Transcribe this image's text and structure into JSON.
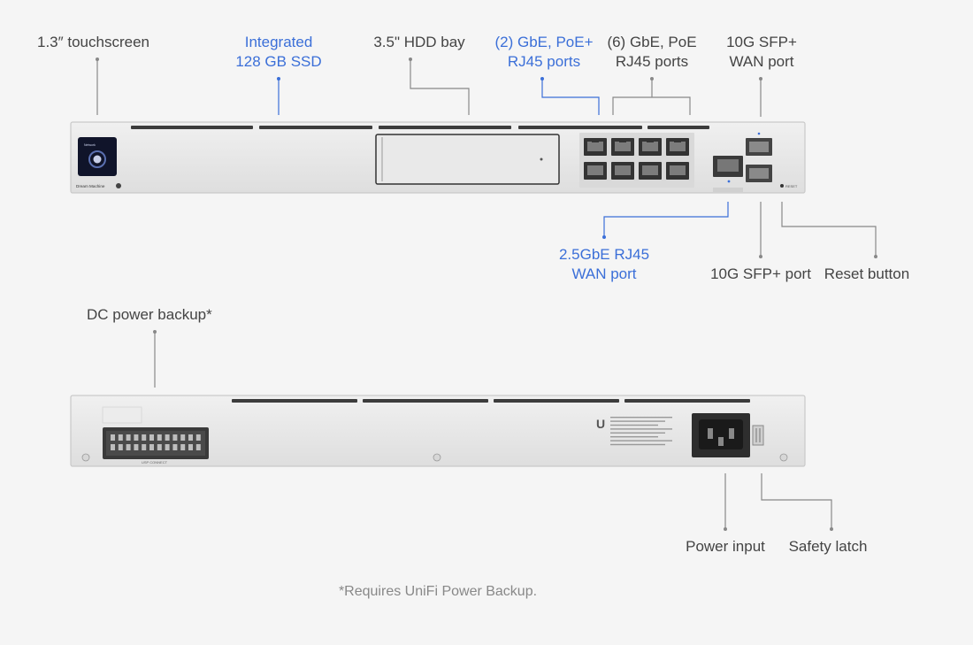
{
  "front_labels": {
    "touchscreen": "1.3″ touchscreen",
    "ssd": [
      "Integrated",
      "128 GB SSD"
    ],
    "hdd": "3.5\" HDD bay",
    "gbe_poe_plus": [
      "(2) GbE, PoE+",
      "RJ45 ports"
    ],
    "gbe_poe": [
      "(6) GbE, PoE",
      "RJ45 ports"
    ],
    "sfp_wan": [
      "10G SFP+",
      "WAN port"
    ],
    "wan_25": [
      "2.5GbE RJ45",
      "WAN port"
    ],
    "sfp_port": "10G SFP+ port",
    "reset": "Reset button"
  },
  "back_labels": {
    "dc_power": "DC power backup*",
    "power_input": "Power input",
    "safety_latch": "Safety latch"
  },
  "device": {
    "screen_text": "Network",
    "model_name": "Dream Machine",
    "reset_text": "RESET",
    "usp_connect": "USP CONNECT",
    "brand_glyph": "U"
  },
  "footnote": "*Requires UniFi Power Backup.",
  "colors": {
    "label_gray": "#444444",
    "label_blue": "#3b6fd8",
    "leader_gray": "#888888",
    "leader_blue": "#3b6fd8",
    "chassis": "#e6e6e6",
    "chassis_edge": "#c9c9c9"
  }
}
